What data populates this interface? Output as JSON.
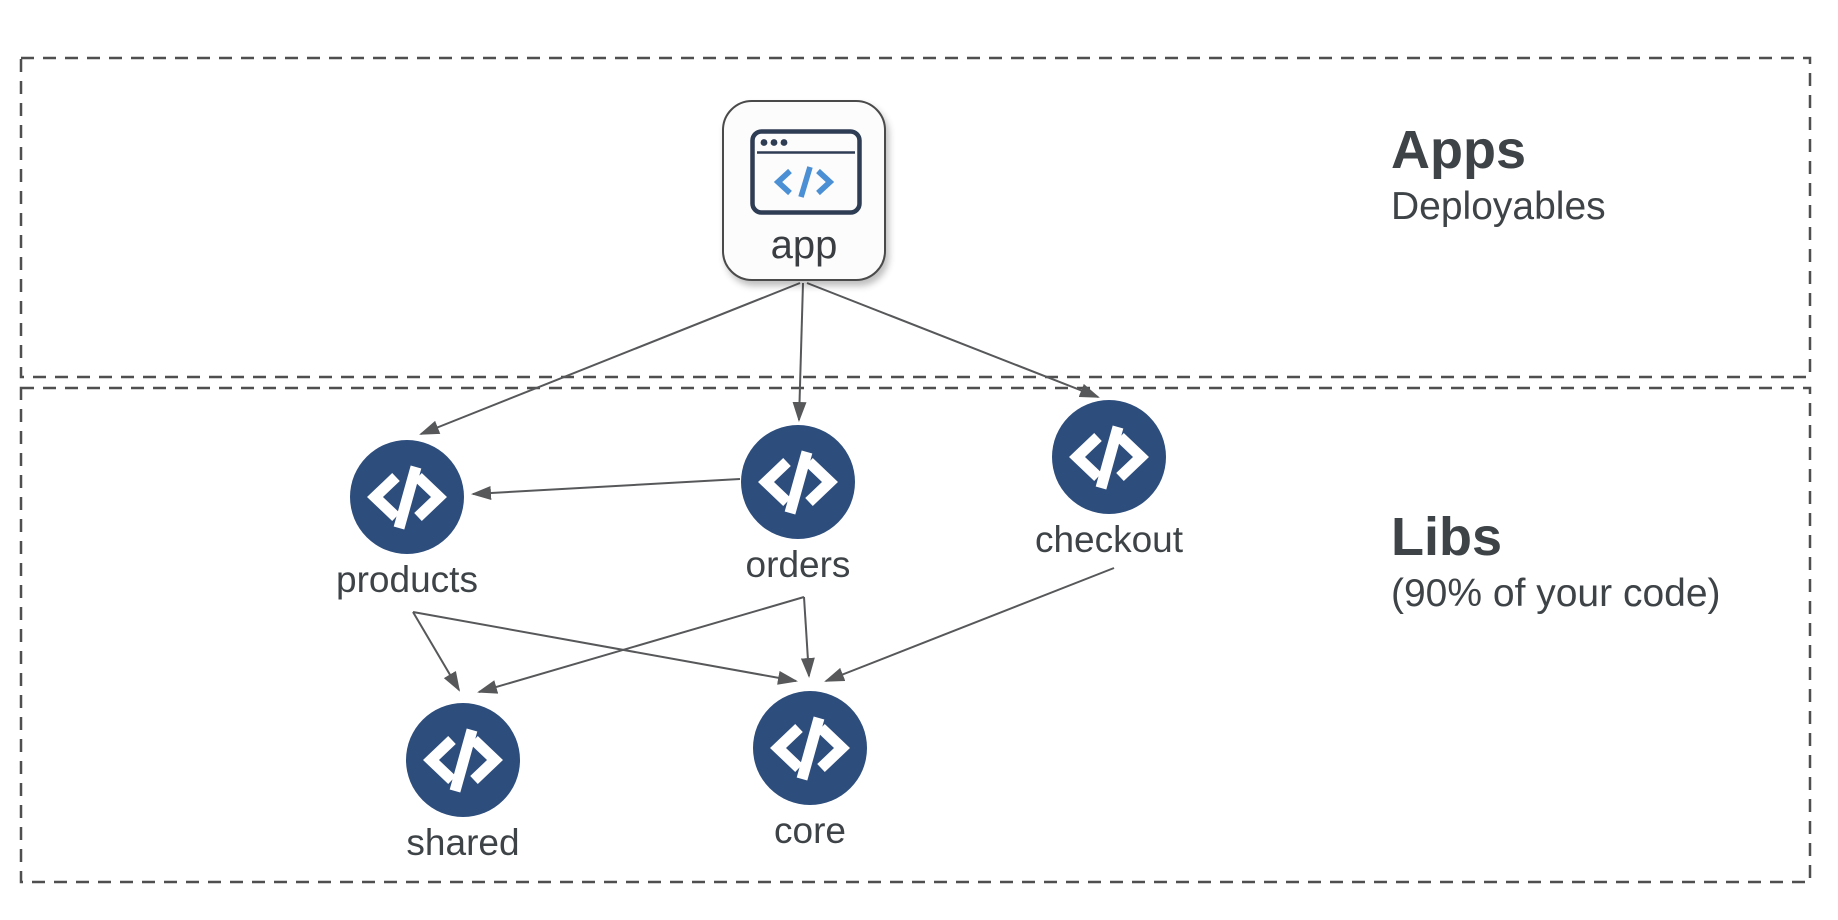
{
  "sections": {
    "apps": {
      "title": "Apps",
      "subtitle": "Deployables"
    },
    "libs": {
      "title": "Libs",
      "subtitle": "(90% of your code)"
    }
  },
  "nodes": {
    "app": {
      "label": "app",
      "icon": "browser-code-icon",
      "section": "apps"
    },
    "products": {
      "label": "products",
      "icon": "code-icon",
      "section": "libs"
    },
    "orders": {
      "label": "orders",
      "icon": "code-icon",
      "section": "libs"
    },
    "checkout": {
      "label": "checkout",
      "icon": "code-icon",
      "section": "libs"
    },
    "shared": {
      "label": "shared",
      "icon": "code-icon",
      "section": "libs"
    },
    "core": {
      "label": "core",
      "icon": "code-icon",
      "section": "libs"
    }
  },
  "edges": [
    {
      "from": "app",
      "to": "products"
    },
    {
      "from": "app",
      "to": "orders"
    },
    {
      "from": "app",
      "to": "checkout"
    },
    {
      "from": "orders",
      "to": "products"
    },
    {
      "from": "products",
      "to": "shared"
    },
    {
      "from": "products",
      "to": "core"
    },
    {
      "from": "orders",
      "to": "shared"
    },
    {
      "from": "orders",
      "to": "core"
    },
    {
      "from": "checkout",
      "to": "core"
    }
  ],
  "colors": {
    "node_fill": "#2d4d7d",
    "arrow": "#57585a",
    "box_border": "#4f4f4f",
    "text": "#3e4347",
    "icon_blue": "#4b8fd5",
    "icon_navy": "#2e3d54",
    "card_border": "#4a4a4a",
    "card_bg": "#fcfcfc"
  }
}
